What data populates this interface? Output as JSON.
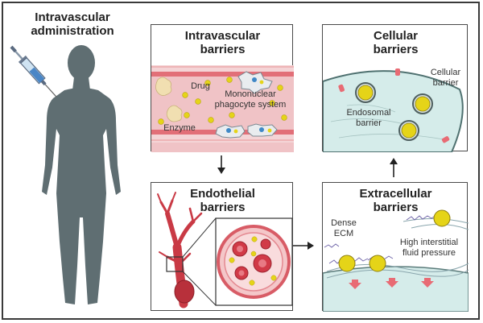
{
  "left": {
    "title_line1": "Intravascular",
    "title_line2": "administration"
  },
  "panels": {
    "intravascular": {
      "title_line1": "Intravascular",
      "title_line2": "barriers",
      "labels": {
        "drug": "Drug",
        "mps_line1": "Mononuclear",
        "mps_line2": "phagocyte system",
        "enzyme": "Enzyme"
      }
    },
    "endothelial": {
      "title_line1": "Endothelial",
      "title_line2": "barriers"
    },
    "extracellular": {
      "title_line1": "Extracellular",
      "title_line2": "barriers",
      "labels": {
        "ecm_line1": "Dense",
        "ecm_line2": "ECM",
        "pressure_line1": "High interstitial",
        "pressure_line2": "fluid pressure"
      }
    },
    "cellular": {
      "title_line1": "Cellular",
      "title_line2": "barriers",
      "labels": {
        "cell_line1": "Cellular",
        "cell_line2": "barrier",
        "endo_line1": "Endosomal",
        "endo_line2": "barrier"
      }
    }
  },
  "colors": {
    "silhouette": "#5f6e72",
    "vessel_wall": "#f2b9bd",
    "vessel_red": "#d9414b",
    "particle": "#e5d418",
    "cell": "#d5ecea",
    "enzyme": "#f1dfb1"
  }
}
